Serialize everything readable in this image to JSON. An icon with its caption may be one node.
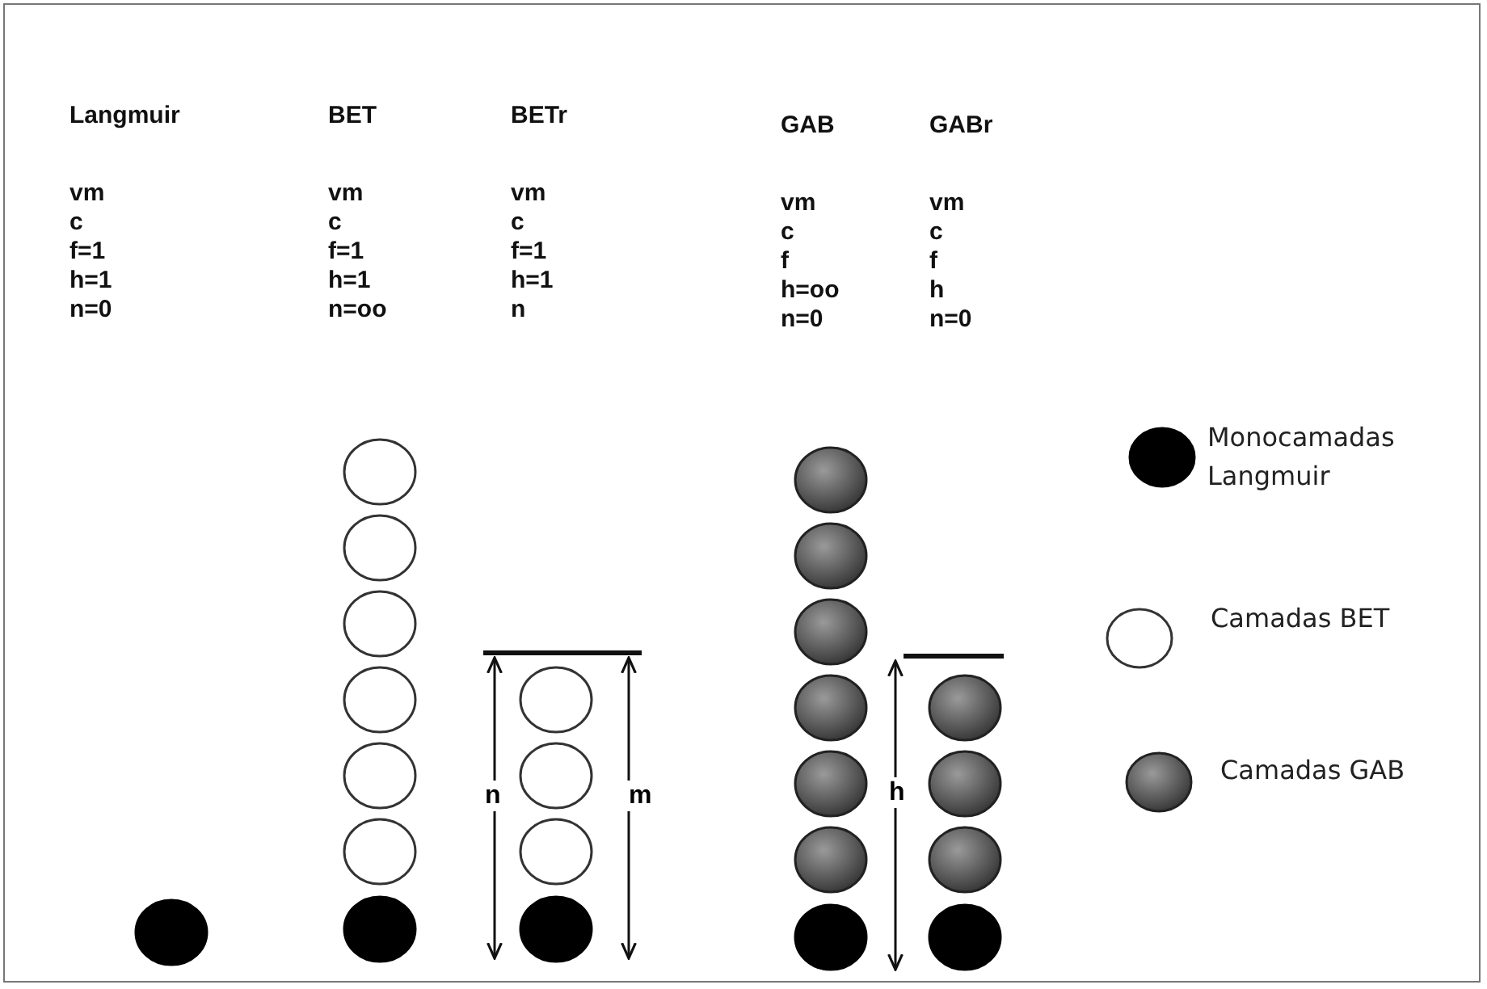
{
  "diagram": {
    "labels": [
      "Langmuir",
      "BET",
      "BETr",
      "GAB",
      "GABr",
      "vm",
      "vm",
      "vm",
      "vm",
      "vm",
      "c",
      "c",
      "c",
      "c",
      "c",
      "f=1",
      "f=1",
      "f=1",
      "f",
      "f",
      "h=1",
      "h=1",
      "h=1",
      "h=oo",
      "h",
      "n=0",
      "n=oo",
      "n",
      "n=0",
      "n=0",
      "n",
      "m",
      "h"
    ],
    "legend": [
      {
        "text": "Monocamadas Langmuir"
      },
      {
        "text": "Camadas BET"
      },
      {
        "text": "Camadas GAB"
      }
    ]
  }
}
